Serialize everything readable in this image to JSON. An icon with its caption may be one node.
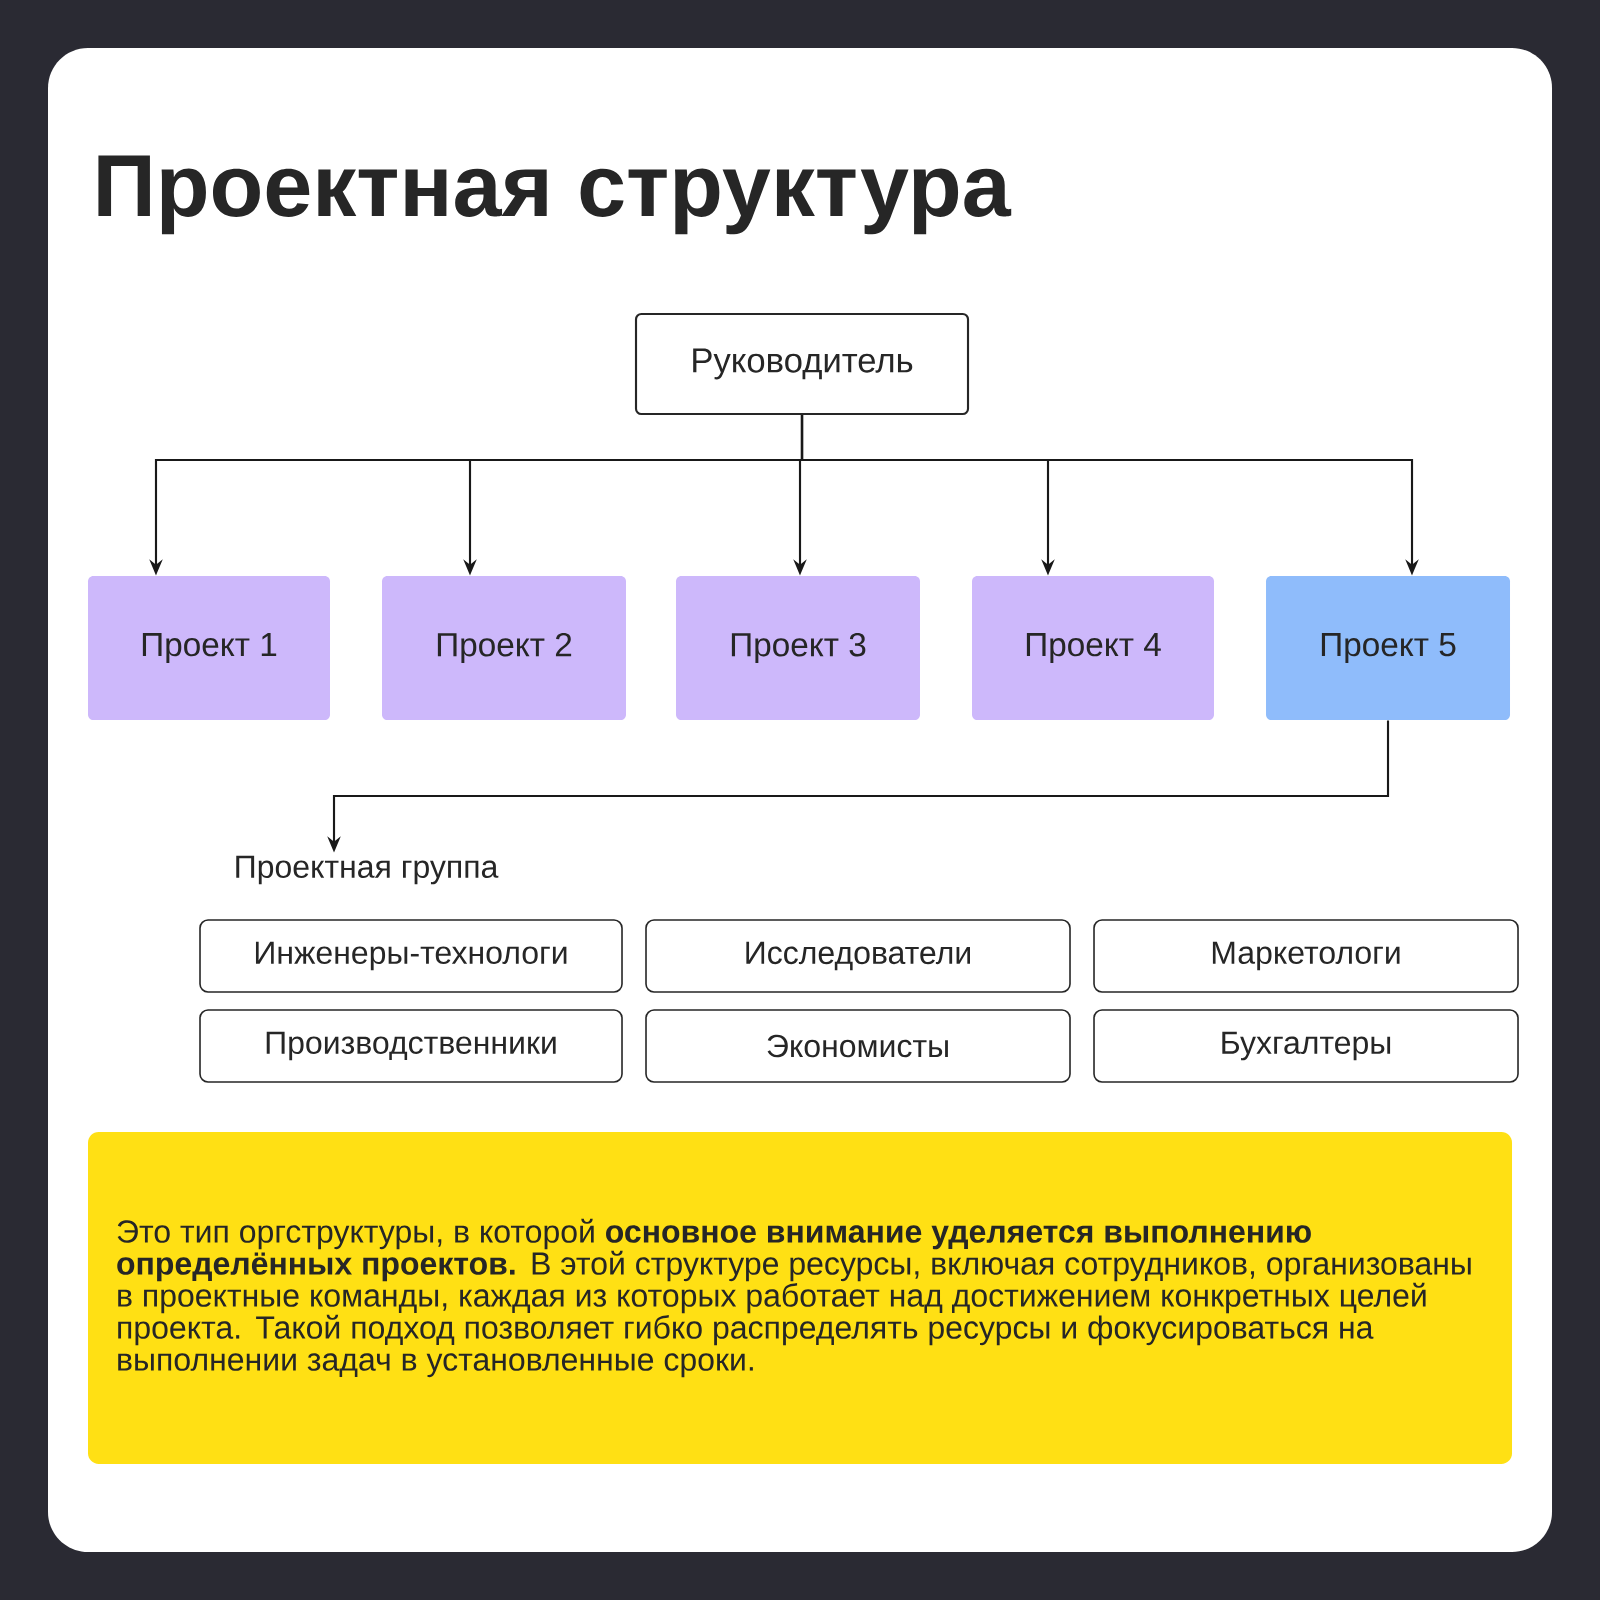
{
  "diagram": {
    "title": "Проектная структура",
    "nodes": [
      {
        "text": [
          "Руководитель"
        ]
      },
      {
        "text": [
          "Проект 1"
        ]
      },
      {
        "text": [
          "Проект 2"
        ]
      },
      {
        "text": [
          "Проект 3"
        ]
      },
      {
        "text": [
          "Проект 4"
        ]
      },
      {
        "text": [
          "Проект 5"
        ]
      },
      {
        "text": [
          "Проектная группа"
        ]
      },
      {
        "text": [
          "Инженеры-технологи"
        ]
      },
      {
        "text": [
          "Исследователи"
        ]
      },
      {
        "text": [
          "Маркетологи"
        ]
      },
      {
        "text": [
          "Производственники"
        ]
      },
      {
        "text": [
          "Экономисты"
        ]
      },
      {
        "text": [
          "Бухгалтеры"
        ]
      },
      {
        "text": [
          "Это тип оргструктуры, в которой **основное внимание уделяется выполнению определённых проектов.** В этой структуре ресурсы, включая сотрудников, организованы в проектные команды, каждая из которых работает над достижением конкретных целей проекта. Такой подход позволяет гибко распределять ресурсы и фокусироваться на выполнении задач в установленные сроки."
        ]
      }
    ],
    "edges": [
      {
        "from": 0,
        "to": 1,
        "arrow": "to"
      },
      {
        "from": 0,
        "to": 2,
        "arrow": "to"
      },
      {
        "from": 0,
        "to": 3,
        "arrow": "to"
      },
      {
        "from": 0,
        "to": 4,
        "arrow": "to"
      },
      {
        "from": 0,
        "to": 5,
        "arrow": "to"
      },
      {
        "from": 5,
        "to": 6,
        "arrow": "to"
      }
    ]
  }
}
